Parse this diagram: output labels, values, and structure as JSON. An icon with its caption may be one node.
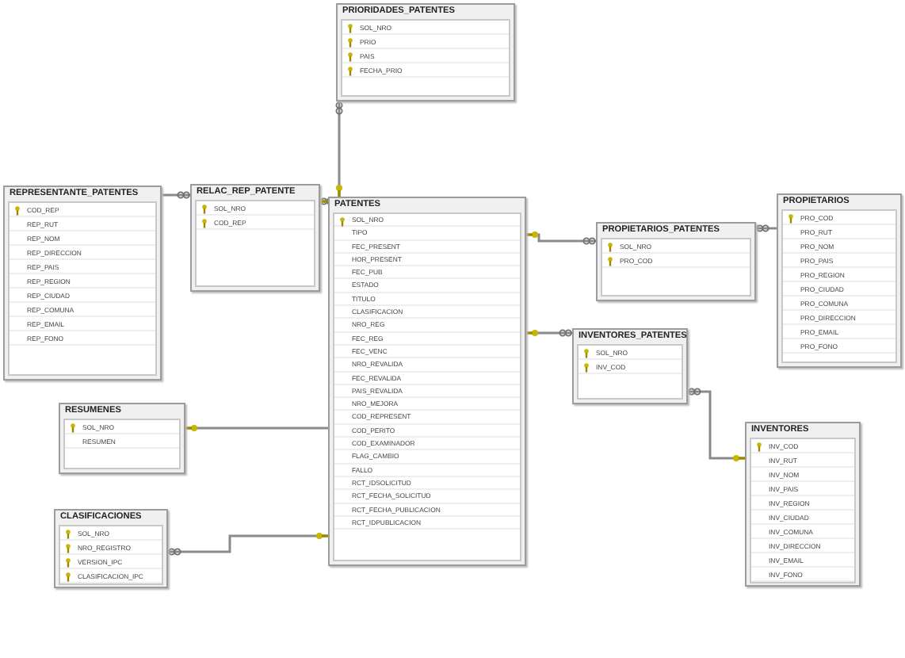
{
  "diagram": {
    "nodes": [
      {
        "text": [
          "PRIORIDADES_PATENTES",
          "SOL_NRO",
          "PRIO",
          "PAIS",
          "FECHA_PRIO"
        ]
      },
      {
        "text": [
          "REPRESENTANTE_PATENTES",
          "COD_REP",
          "REP_RUT",
          "REP_NOM",
          "REP_DIRECCION",
          "REP_PAIS",
          "REP_REGION",
          "REP_CIUDAD",
          "REP_COMUNA",
          "REP_EMAIL",
          "REP_FONO"
        ]
      },
      {
        "text": [
          "RELAC_REP_PATENTE",
          "SOL_NRO",
          "COD_REP"
        ]
      },
      {
        "text": [
          "PATENTES",
          "SOL_NRO",
          "TIPO",
          "FEC_PRESENT",
          "HOR_PRESENT",
          "FEC_PUB",
          "ESTADO",
          "TITULO",
          "CLASIFICACION",
          "NRO_REG",
          "FEC_REG",
          "FEC_VENC",
          "NRO_REVALIDA",
          "FEC_REVALIDA",
          "PAIS_REVALIDA",
          "NRO_MEJORA",
          "COD_REPRESENT",
          "COD_PERITO",
          "COD_EXAMINADOR",
          "FLAG_CAMBIO",
          "FALLO",
          "RCT_IDSOLICITUD",
          "RCT_FECHA_SOLICITUD",
          "RCT_FECHA_PUBLICACION",
          "RCT_IDPUBLICACION"
        ]
      },
      {
        "text": [
          "PROPIETARIOS_PATENTES",
          "SOL_NRO",
          "PRO_COD"
        ]
      },
      {
        "text": [
          "PROPIETARIOS",
          "PRO_COD",
          "PRO_RUT",
          "PRO_NOM",
          "PRO_PAIS",
          "PRO_REGION",
          "PRO_CIUDAD",
          "PRO_COMUNA",
          "PRO_DIRECCION",
          "PRO_EMAIL",
          "PRO_FONO"
        ]
      },
      {
        "text": [
          "RESUMENES",
          "SOL_NRO",
          "RESUMEN"
        ]
      },
      {
        "text": [
          "INVENTORES_PATENTES",
          "SOL_NRO",
          "INV_COD"
        ]
      },
      {
        "text": [
          "CLASIFICACIONES",
          "SOL_NRO",
          "NRO_REGISTRO",
          "VERSION_IPC",
          "CLASIFICACION_IPC"
        ]
      },
      {
        "text": [
          "INVENTORES",
          "INV_COD",
          "INV_RUT",
          "INV_NOM",
          "INV_PAIS",
          "INV_REGION",
          "INV_CIUDAD",
          "INV_COMUNA",
          "INV_DIRECCION",
          "INV_EMAIL",
          "INV_FONO"
        ]
      }
    ],
    "edges": [
      {
        "from": 0,
        "to": 3,
        "arrow": "other"
      },
      {
        "from": 2,
        "to": 1,
        "arrow": "other"
      },
      {
        "from": 2,
        "to": 3,
        "arrow": "other"
      },
      {
        "from": 4,
        "to": 3,
        "arrow": "other"
      },
      {
        "from": 4,
        "to": 5,
        "arrow": "other"
      },
      {
        "from": 7,
        "to": 3,
        "arrow": "other"
      },
      {
        "from": 7,
        "to": 9,
        "arrow": "other"
      },
      {
        "from": 3,
        "to": 6,
        "arrow": "other"
      },
      {
        "from": 8,
        "to": 3,
        "arrow": "other"
      }
    ]
  }
}
